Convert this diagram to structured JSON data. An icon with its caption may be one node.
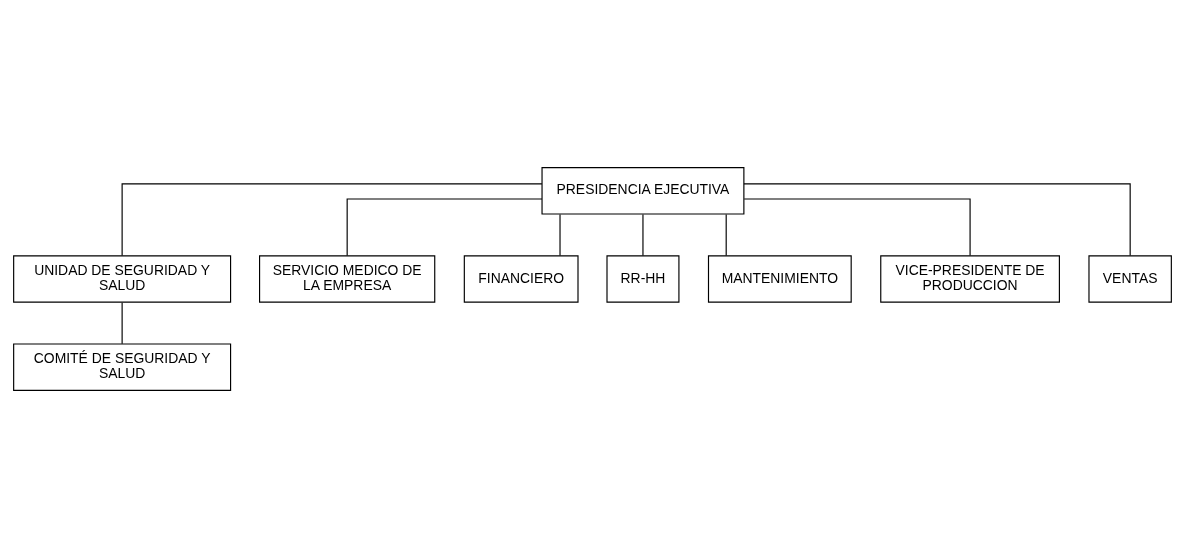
{
  "diagram": {
    "nodes": [
      {
        "text": [
          "PRESIDENCIA EJECUTIVA"
        ]
      },
      {
        "text": [
          "UNIDAD DE SEGURIDAD Y SALUD"
        ]
      },
      {
        "text": [
          "SERVICIO MEDICO DE LA EMPRESA"
        ]
      },
      {
        "text": [
          "COMITÉ DE SEGURIDAD Y SALUD"
        ]
      },
      {
        "text": [
          "FINANCIERO"
        ]
      },
      {
        "text": [
          "RR-HH"
        ]
      },
      {
        "text": [
          "MANTENIMIENTO"
        ]
      },
      {
        "text": [
          "VICE-PRESIDENTE DE PRODUCCION"
        ]
      },
      {
        "text": [
          "VENTAS"
        ]
      }
    ],
    "edges": [
      {
        "from": 0,
        "to": 1,
        "arrow": "none"
      },
      {
        "from": 0,
        "to": 2,
        "arrow": "none"
      },
      {
        "from": 1,
        "to": 3,
        "arrow": "none"
      },
      {
        "from": 0,
        "to": 4,
        "arrow": "none"
      },
      {
        "from": 0,
        "to": 5,
        "arrow": "none"
      },
      {
        "from": 0,
        "to": 6,
        "arrow": "none"
      },
      {
        "from": 0,
        "to": 7,
        "arrow": "none"
      },
      {
        "from": 0,
        "to": 8,
        "arrow": "none"
      }
    ]
  }
}
